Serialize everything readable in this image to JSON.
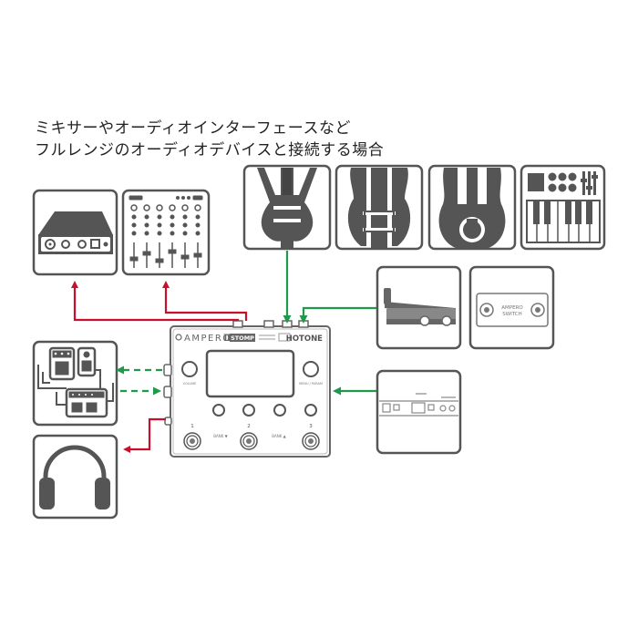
{
  "caption": {
    "line1": "ミキサーやオーディオインターフェースなど",
    "line2": "フルレンジのオーディオデバイスと接続する場合"
  },
  "device": {
    "brand": "AMPERO",
    "model_mark": "Ⅱ",
    "badge": "STOMP",
    "maker": "HOTONE",
    "knob_left_label": "VOLUME",
    "knob_right_label": "MENU / PARAM",
    "footswitch_labels": [
      "1",
      "2",
      "3"
    ],
    "bank_down_label": "BANK ▼",
    "bank_up_label": "BANK ▲"
  },
  "switch_box": {
    "line1": "AMPERO",
    "line2": "SWITCH"
  },
  "colors": {
    "red": "#c8102e",
    "green": "#1f9a4a",
    "frame": "#4a4a4a",
    "fill": "#555555"
  }
}
